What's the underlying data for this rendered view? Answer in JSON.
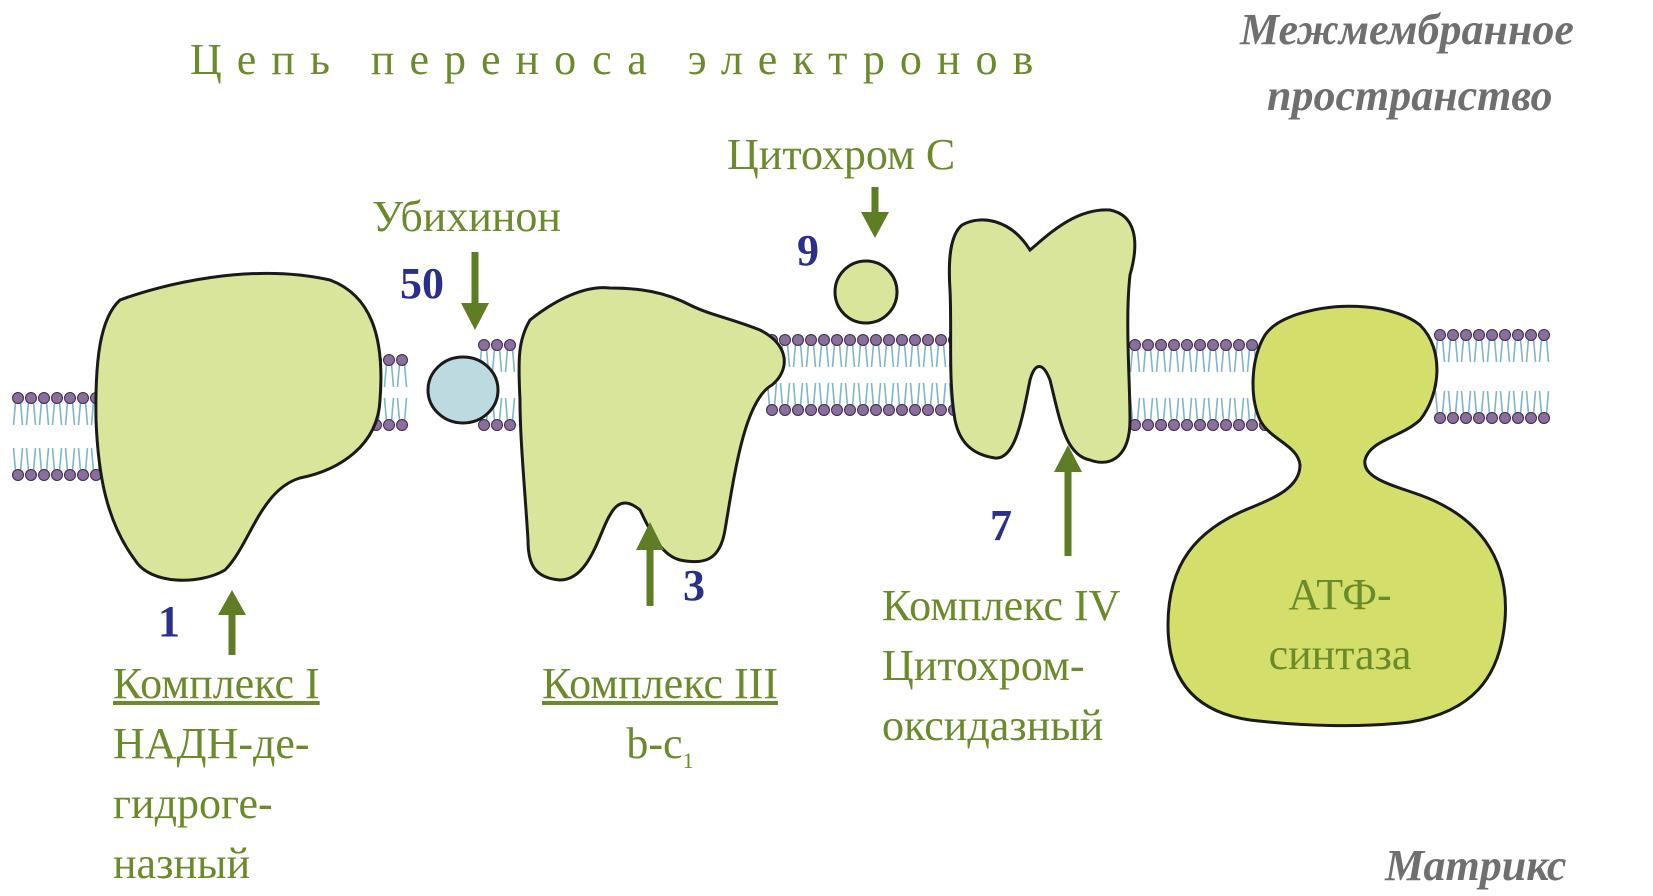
{
  "title": "Цепь переноса электронов",
  "regions": {
    "intermembrane": [
      "Межмембранное",
      "пространство"
    ],
    "matrix": "Матрикс"
  },
  "carriers": {
    "ubiquinone": "Убихинон",
    "cytochrome_c": "Цитохром С"
  },
  "numbers": {
    "complex1": "1",
    "ubiquinone": "50",
    "complex3": "3",
    "cytochrome_c": "9",
    "complex4": "7"
  },
  "complex1": {
    "title": "Комплекс I",
    "lines": [
      "НАДН-де-",
      "гидроге-",
      "назный"
    ]
  },
  "complex3": {
    "title": "Комплекс III",
    "subtitle": "b-c",
    "subtitle_sub": "1"
  },
  "complex4": {
    "lines": [
      "Комплекс IV",
      "Цитохром-",
      "оксидазный"
    ]
  },
  "atp_synthase": [
    "АТФ-",
    "синтаза"
  ],
  "colors": {
    "protein": "#d9e59a",
    "atp_synthase": "#d4de6a",
    "ubiquinone": "#bcdadf",
    "lipid_head": "#8a6e9b",
    "lipid_tail": "#7fb6c8",
    "arrow": "#5e7d24",
    "label": "#6b8a2a",
    "number": "#2a2f8c",
    "region": "#6f6f6f"
  }
}
